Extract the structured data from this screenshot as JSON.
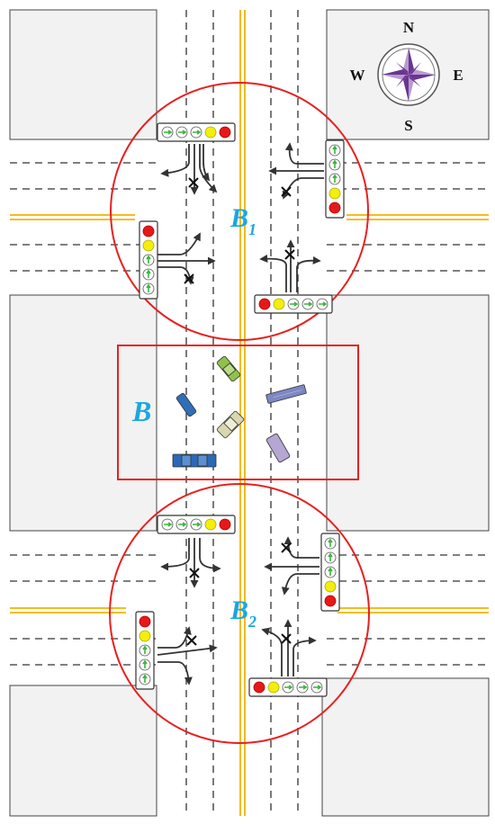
{
  "compass": {
    "north": "N",
    "south": "S",
    "east": "E",
    "west": "W"
  },
  "zones": {
    "b1": {
      "main": "B",
      "sub": "1"
    },
    "b": {
      "main": "B"
    },
    "b2": {
      "main": "B",
      "sub": "2"
    }
  },
  "colors": {
    "road_line": "#333333",
    "center_line": "#f2b200",
    "zone_outline": "#e8201f",
    "label": "#1ba7e0",
    "signal_red": "#e81818",
    "signal_yellow": "#f4ee0c",
    "signal_green_arrow": "#3db43d",
    "compass_purple": "#6a3590"
  },
  "icons": [
    "compass-rose-icon",
    "traffic-signal-icon",
    "turn-arrow-icon",
    "prohibited-mark-icon",
    "vehicle-icon"
  ],
  "vehicles": [
    {
      "name": "green-car",
      "color": "#8fc24a"
    },
    {
      "name": "blue-car-small",
      "color": "#2f6fb8"
    },
    {
      "name": "purple-bus",
      "color": "#7d87c2"
    },
    {
      "name": "beige-car",
      "color": "#d9d6b0"
    },
    {
      "name": "lilac-car",
      "color": "#b6a6d4"
    },
    {
      "name": "blue-bus",
      "color": "#2c68b6"
    }
  ]
}
